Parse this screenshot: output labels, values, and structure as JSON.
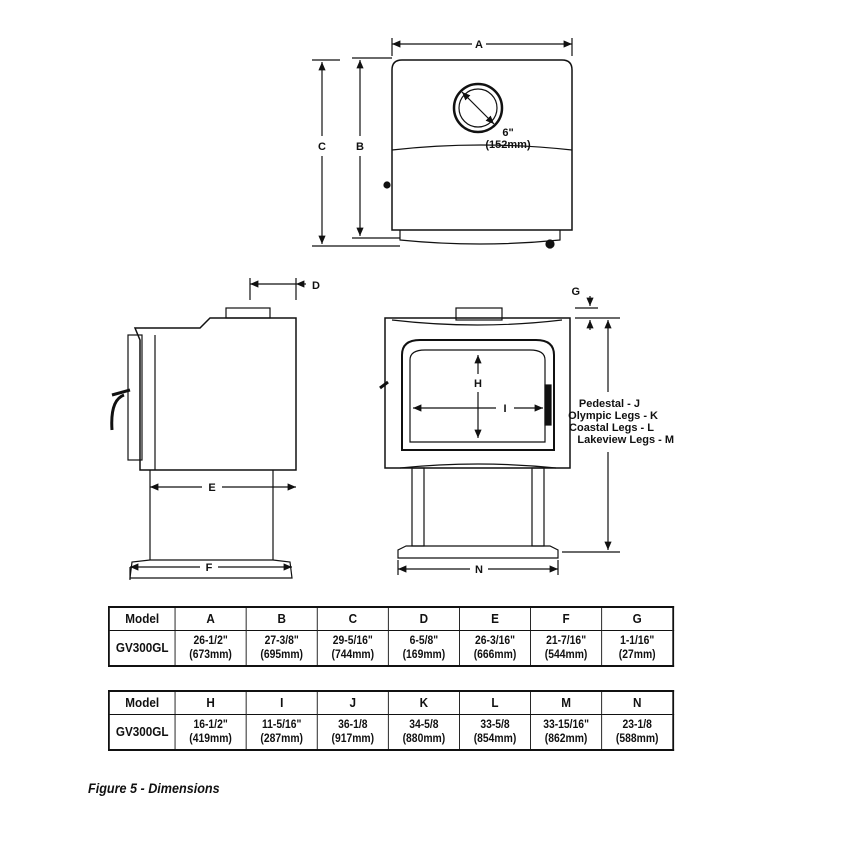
{
  "diagram_labels": {
    "A": "A",
    "B": "B",
    "C": "C",
    "D": "D",
    "E": "E",
    "F": "F",
    "G": "G",
    "H": "H",
    "I": "I",
    "N": "N",
    "flue_size": "6\"",
    "flue_size_mm": "(152mm)",
    "leg_options": [
      "Pedestal - J",
      "Olympic Legs - K",
      "Coastal Legs - L",
      "Lakeview Legs -  M"
    ]
  },
  "table1": {
    "headers": [
      "Model",
      "A",
      "B",
      "C",
      "D",
      "E",
      "F",
      "G"
    ],
    "row": [
      {
        "in": "GV300GL",
        "mm": ""
      },
      {
        "in": "26-1/2\"",
        "mm": "(673mm)"
      },
      {
        "in": "27-3/8\"",
        "mm": "(695mm)"
      },
      {
        "in": "29-5/16\"",
        "mm": "(744mm)"
      },
      {
        "in": "6-5/8\"",
        "mm": "(169mm)"
      },
      {
        "in": "26-3/16\"",
        "mm": "(666mm)"
      },
      {
        "in": "21-7/16\"",
        "mm": "(544mm)"
      },
      {
        "in": "1-1/16\"",
        "mm": "(27mm)"
      }
    ]
  },
  "table2": {
    "headers": [
      "Model",
      "H",
      "I",
      "J",
      "K",
      "L",
      "M",
      "N"
    ],
    "row": [
      {
        "in": "GV300GL",
        "mm": ""
      },
      {
        "in": "16-1/2\"",
        "mm": "(419mm)"
      },
      {
        "in": "11-5/16\"",
        "mm": "(287mm)"
      },
      {
        "in": "36-1/8",
        "mm": "(917mm)"
      },
      {
        "in": "34-5/8",
        "mm": "(880mm)"
      },
      {
        "in": "33-5/8",
        "mm": "(854mm)"
      },
      {
        "in": "33-15/16\"",
        "mm": "(862mm)"
      },
      {
        "in": "23-1/8",
        "mm": "(588mm)"
      }
    ]
  },
  "caption": "Figure 5 - Dimensions"
}
